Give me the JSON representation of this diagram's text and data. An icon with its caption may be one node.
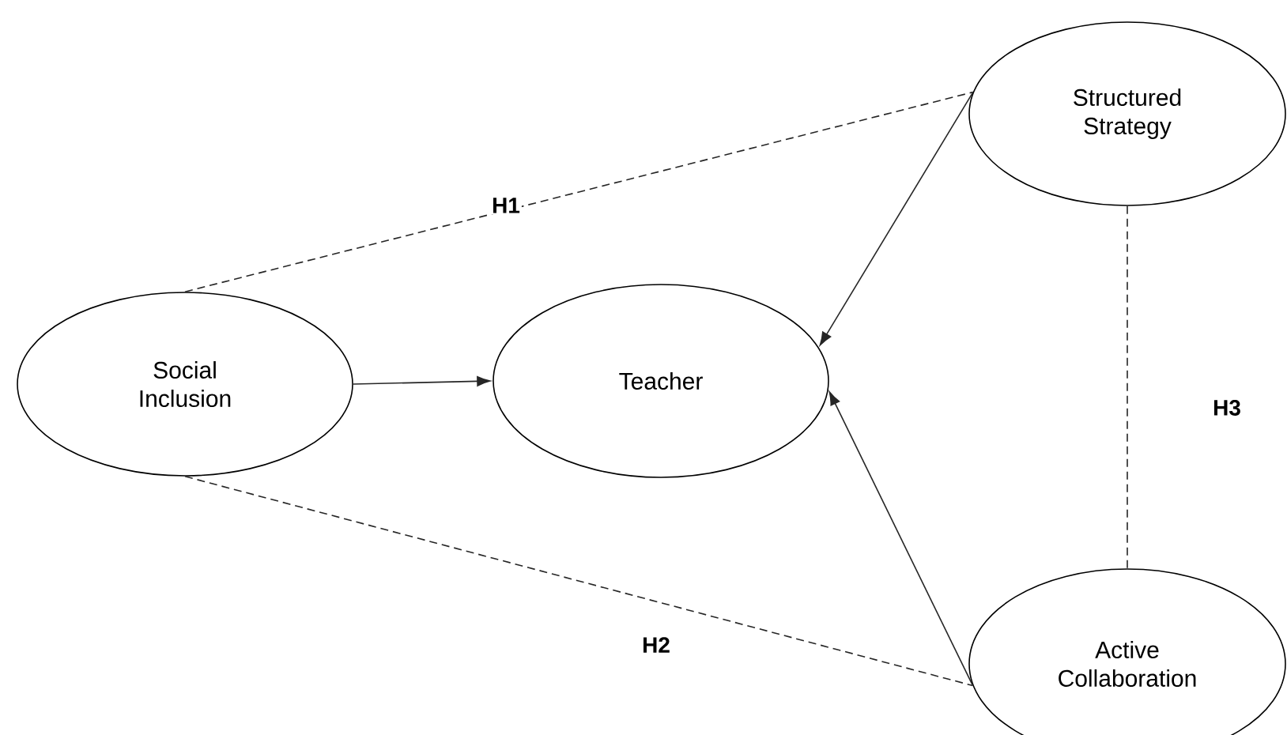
{
  "diagram": {
    "nodes": [
      {
        "text": [
          "Social Inclusion"
        ]
      },
      {
        "text": [
          "Teacher"
        ]
      },
      {
        "text": [
          "Structured Strategy"
        ]
      },
      {
        "text": [
          "Active Collaboration"
        ]
      }
    ],
    "edges": [
      {
        "from": 0,
        "to": 1,
        "arrow": "to"
      },
      {
        "from": 2,
        "to": 1,
        "arrow": "to"
      },
      {
        "from": 3,
        "to": 1,
        "arrow": "to"
      },
      {
        "from": 0,
        "to": 2,
        "arrow": "none",
        "style": "dashed",
        "label": "H1"
      },
      {
        "from": 0,
        "to": 3,
        "arrow": "none",
        "style": "dashed",
        "label": "H2"
      },
      {
        "from": 2,
        "to": 3,
        "arrow": "none",
        "style": "dashed",
        "label": "H3"
      }
    ]
  }
}
